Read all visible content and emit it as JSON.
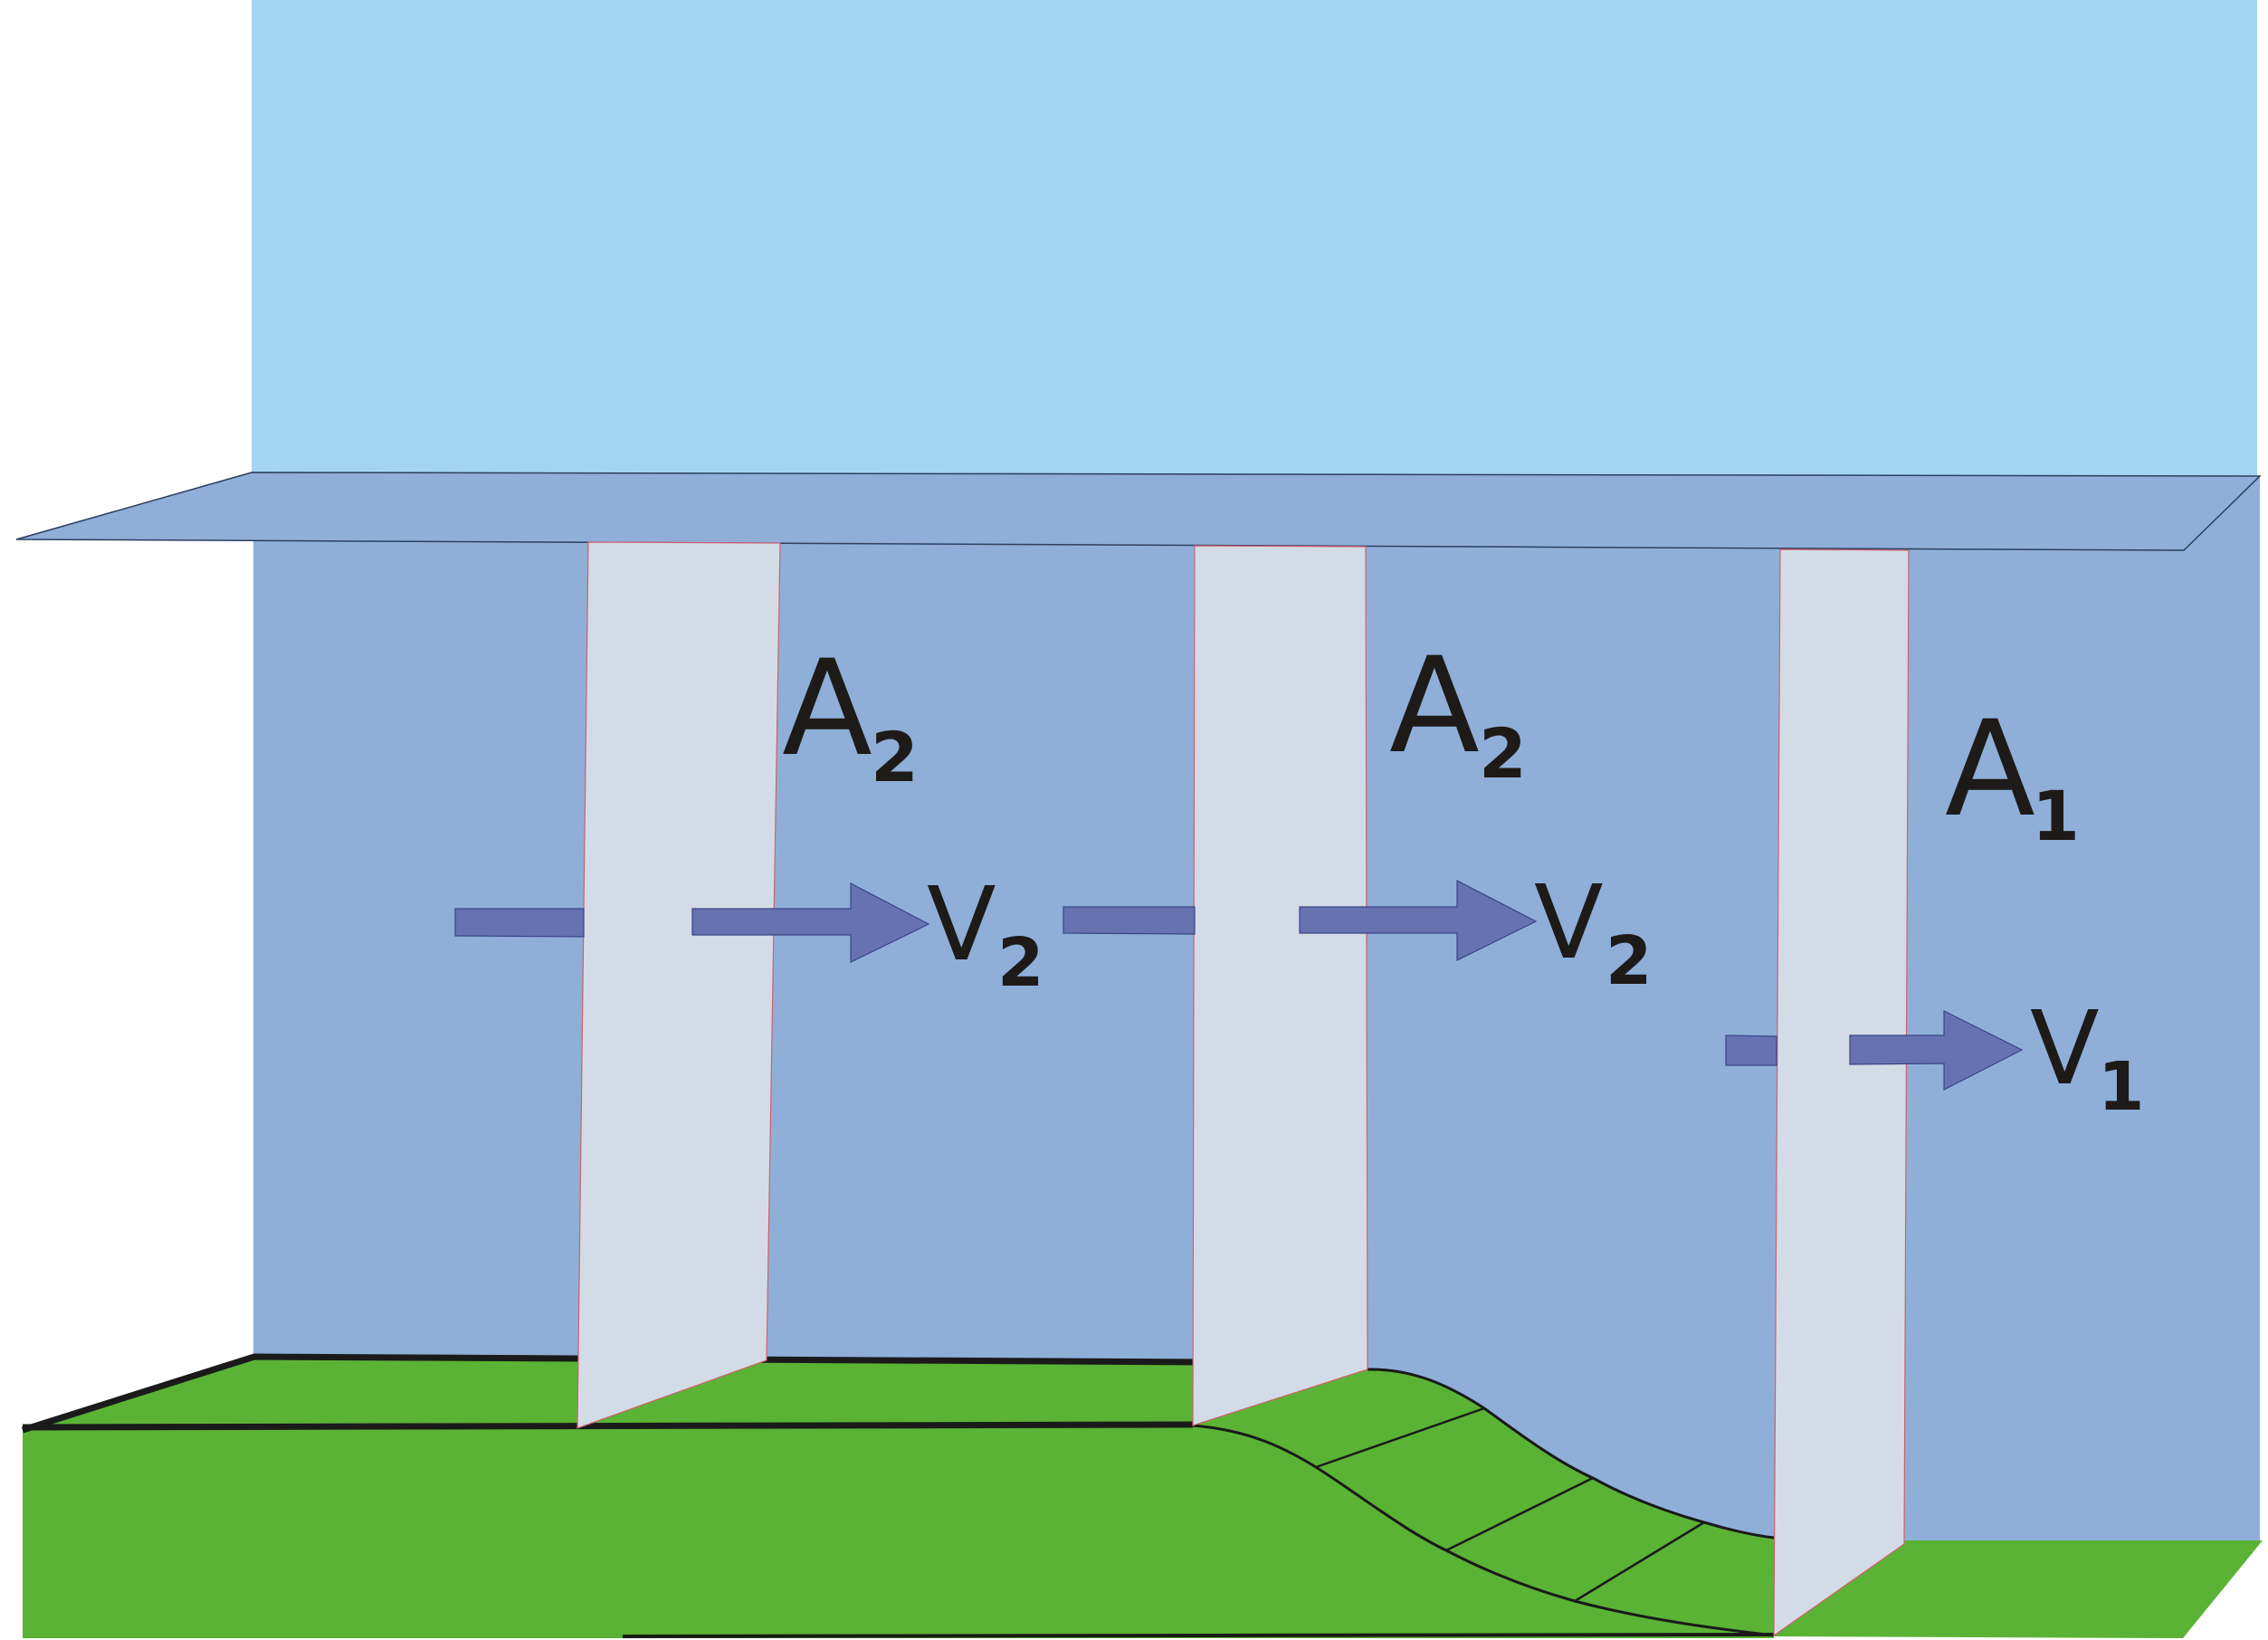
{
  "diagram": {
    "title": "Flow of air over a ridge (continuity: A1·V1 = A2·V2)",
    "colors": {
      "sky": "#a3d5f3",
      "wall": "#8fafd9",
      "roof": "#8faed8",
      "panel": "#d3dce6",
      "ground": "#5ab334",
      "arrow": "#6673b0",
      "text": "#1d1a18",
      "outline": "#1a1a1a"
    },
    "sections": [
      {
        "id": "section-1",
        "area_label": "A",
        "area_sub": "2",
        "velocity_label": "V",
        "velocity_sub": "2"
      },
      {
        "id": "section-2",
        "area_label": "A",
        "area_sub": "2",
        "velocity_label": "V",
        "velocity_sub": "2"
      },
      {
        "id": "section-3",
        "area_label": "A",
        "area_sub": "1",
        "velocity_label": "V",
        "velocity_sub": "1"
      }
    ]
  }
}
